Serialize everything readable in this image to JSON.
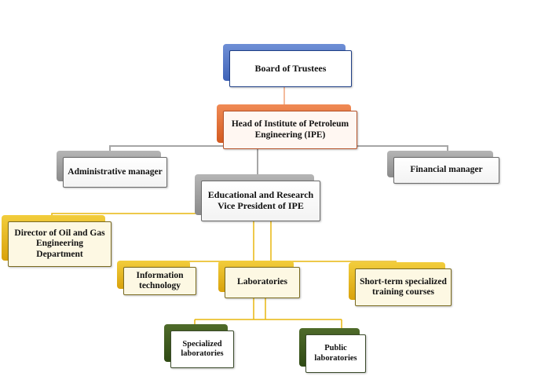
{
  "nodes": {
    "board": "Board  of Trustees",
    "head": "Head of Institute of Petroleum Engineering (IPE)",
    "admin": "Administrative manager",
    "finance": "Financial manager",
    "vp": "Educational and Research Vice President of IPE",
    "director": "Director of Oil and Gas Engineering Department",
    "it": "Information technology",
    "labs": "Laboratories",
    "training": "Short-term specialized training courses",
    "specialized": "Specialized laboratories",
    "public": "Public laboratories"
  },
  "colors": {
    "blue": "#3f63b8",
    "orange": "#d35a1f",
    "gray": "#9a9a9a",
    "gold": "#e0ad15",
    "green": "#2f4a14",
    "connector_gray": "#a6a6a6",
    "connector_gold": "#e8b70f",
    "connector_orange": "#f0a47a"
  }
}
